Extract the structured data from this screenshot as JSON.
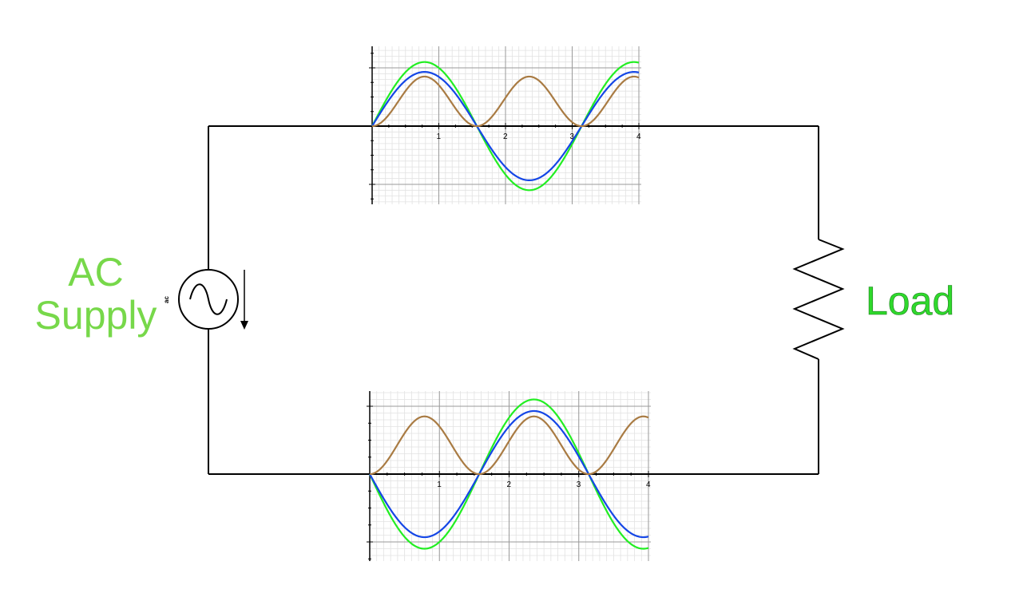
{
  "labels": {
    "supply_line1": "AC",
    "supply_line2": "Supply",
    "load": "Load",
    "supply_symbol_tag": "ac"
  },
  "colors": {
    "supply_text": "#77d84a",
    "load_text": "#2fd92c",
    "wire": "#000000",
    "series_green": "#22ee22",
    "series_blue": "#1446e6",
    "series_brown": "#a97b43",
    "grid_minor": "#e2e2e2",
    "grid_major": "#9a9a9a"
  },
  "plots": [
    {
      "id": "top",
      "x_ticks": [
        "1",
        "2",
        "3",
        "4"
      ],
      "series": [
        {
          "color_key": "series_green",
          "kind": "sin",
          "amplitude": 1.1,
          "phase": 1
        },
        {
          "color_key": "series_blue",
          "kind": "sin",
          "amplitude": 0.93,
          "phase": 1
        },
        {
          "color_key": "series_brown",
          "kind": "sin2",
          "amplitude": 0.85,
          "phase": 1
        }
      ]
    },
    {
      "id": "bottom",
      "x_ticks": [
        "1",
        "2",
        "3",
        "4"
      ],
      "series": [
        {
          "color_key": "series_green",
          "kind": "sin",
          "amplitude": 1.1,
          "phase": -1
        },
        {
          "color_key": "series_blue",
          "kind": "sin",
          "amplitude": 0.93,
          "phase": -1
        },
        {
          "color_key": "series_brown",
          "kind": "sin2",
          "amplitude": 0.85,
          "phase": 1
        }
      ]
    }
  ]
}
